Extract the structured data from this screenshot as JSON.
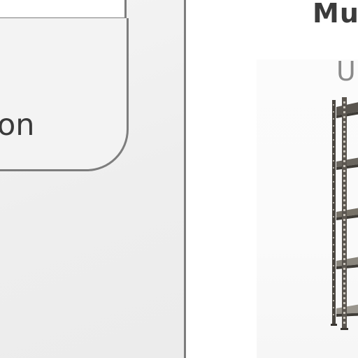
{
  "left_panel": {
    "card_text": "on"
  },
  "product": {
    "title": "Mu",
    "image_label": "U",
    "image_name": "metal-shelving-unit-image"
  }
}
